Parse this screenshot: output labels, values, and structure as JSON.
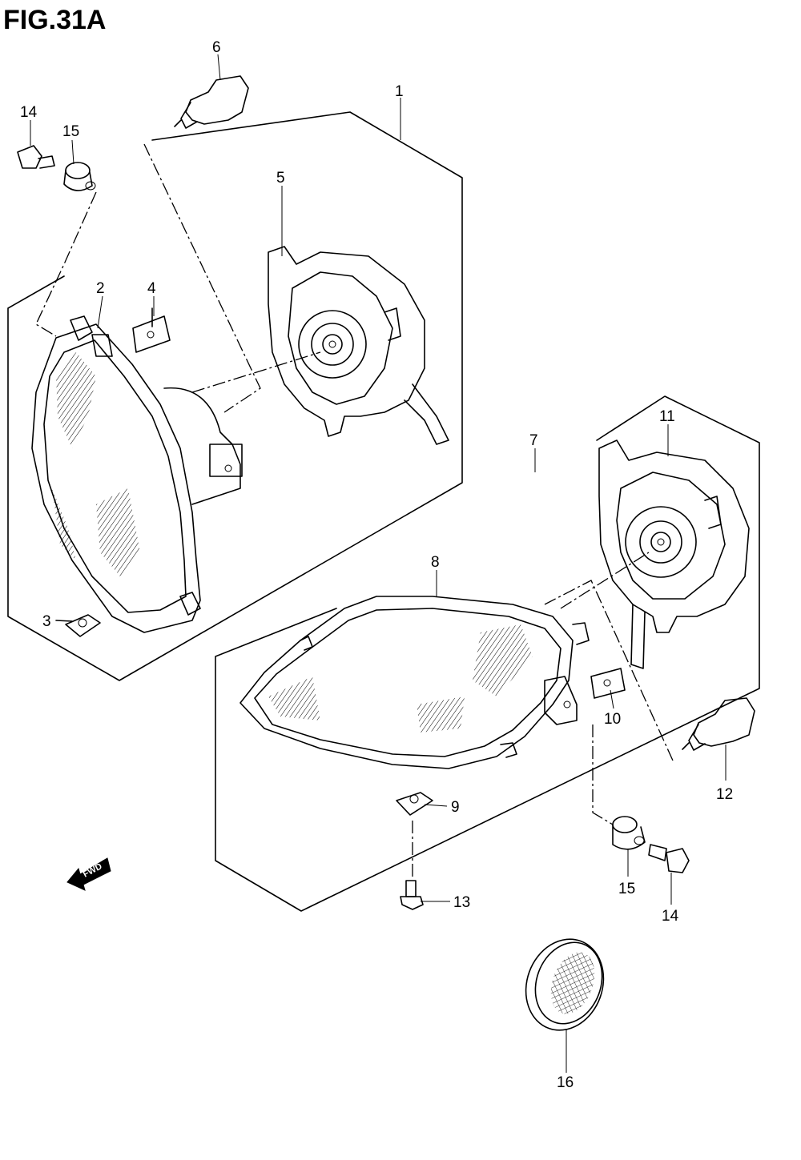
{
  "figure": {
    "title": "FIG.31A"
  },
  "callouts": {
    "c1": "1",
    "c2": "2",
    "c3": "3",
    "c4": "4",
    "c5": "5",
    "c6": "6",
    "c7": "7",
    "c8": "8",
    "c9": "9",
    "c10": "10",
    "c11": "11",
    "c12": "12",
    "c13": "13",
    "c14a": "14",
    "c14b": "14",
    "c15a": "15",
    "c15b": "15",
    "c16": "16"
  },
  "direction_marker": {
    "text": "FWD"
  },
  "colors": {
    "line": "#000000",
    "background": "#ffffff"
  }
}
